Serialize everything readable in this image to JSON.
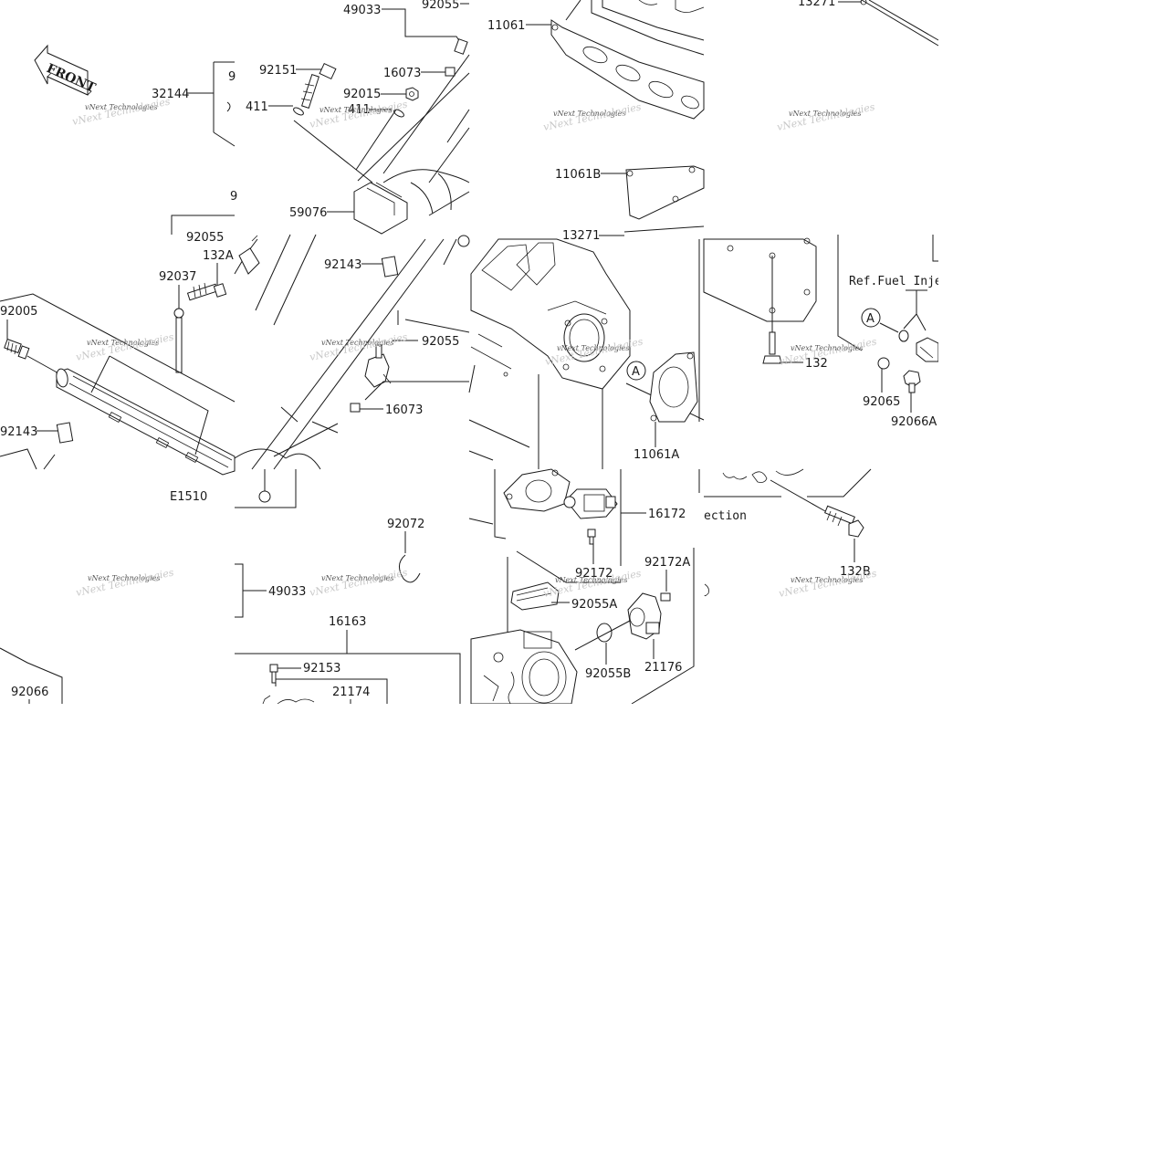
{
  "diagram": {
    "front_label": "FRONT",
    "watermark": "vNext Technologies",
    "ref_text": "Ref.Fuel Inje",
    "section_text": "ection",
    "figure_code": "E1510",
    "callout": "A",
    "parts": {
      "p49033_top": "49033",
      "p92055_top": "92055",
      "p11061": "11061",
      "p13271_top": "13271",
      "p32144": "32144",
      "p92151": "92151",
      "p16073_top": "16073",
      "p92015": "92015",
      "p411_a": "411",
      "p411_b": "411",
      "p59076": "59076",
      "p11061B": "11061B",
      "p13271": "13271",
      "p132A": "132A",
      "p92037": "92037",
      "p92005": "92005",
      "p92143_mid": "92143",
      "p92055_mid": "92055",
      "p16073_mid": "16073",
      "p92143_left": "92143",
      "p132": "132",
      "p92065": "92065",
      "p92066A": "92066A",
      "p11061A": "11061A",
      "p16172": "16172",
      "p92172": "92172",
      "p92172A": "92172A",
      "p92055A": "92055A",
      "p92055B": "92055B",
      "p21176": "21176",
      "p92072": "92072",
      "p49033": "49033",
      "p16163": "16163",
      "p92153": "92153",
      "p21174": "21174",
      "p92066": "92066",
      "p132B": "132B",
      "p9_a": "9",
      "p9_b": "9",
      "p92055_c": "92055"
    }
  }
}
